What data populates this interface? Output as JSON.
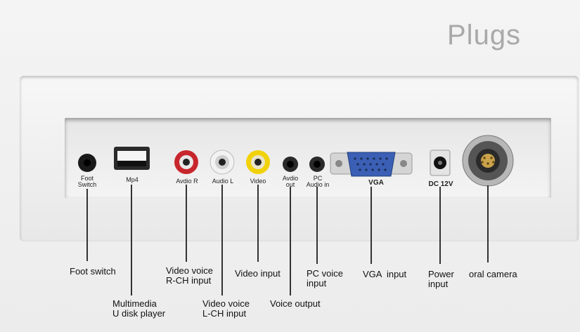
{
  "title": "Plugs",
  "panel_labels": {
    "foot_switch": "Foot\nSwitch",
    "mp4": "Mp4",
    "audio_r": "Avdio R",
    "audio_l": "Audio L",
    "video": "Video",
    "audio_out": "Avdio\nout",
    "pc_audio_in": "PC\nAudio in",
    "vga": "VGA",
    "dc12v": "DC 12V"
  },
  "callouts": {
    "foot_switch": "Foot switch",
    "usb": "Multimedia\nU disk player",
    "audio_r": "Video voice\nR-CH input",
    "audio_l": "Video voice\nL-CH input",
    "video": "Video input",
    "voice_output": "Voice output",
    "pc_voice": "PC voice\ninput",
    "vga": "VGA  input",
    "power": "Power\ninput",
    "oral_camera": "oral camera"
  },
  "colors": {
    "rca_red": "#c8262d",
    "rca_white": "#f2f2f2",
    "rca_yellow": "#f1d20a",
    "vga_blue": "#3a5fb4"
  },
  "icons": [
    "usb-port-icon",
    "rca-jack-icon",
    "audio-jack-icon",
    "vga-port-icon",
    "dc-jack-icon",
    "camera-connector-icon"
  ]
}
